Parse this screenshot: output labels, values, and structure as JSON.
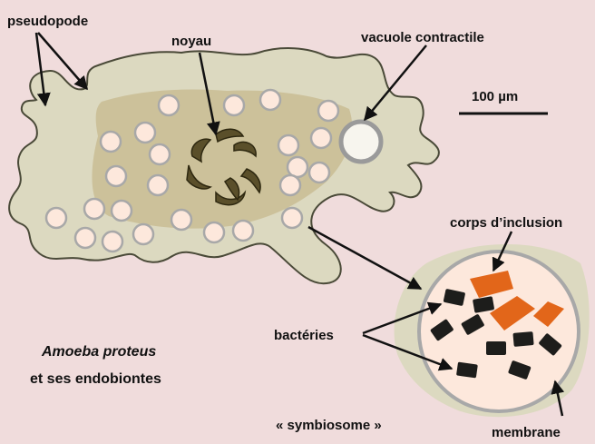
{
  "labels": {
    "pseudopode": "pseudopode",
    "noyau": "noyau",
    "vacuole": "vacuole contractile",
    "scale": "100 µm",
    "corps": "corps d’inclusion",
    "bacteries": "bactéries",
    "species": "Amoeba proteus",
    "endobiontes": "et ses endobiontes",
    "symbiosome": "« symbiosome »",
    "membrane": "membrane"
  },
  "colors": {
    "background": "#f0dcdc",
    "cell_body": "#dcd9c0",
    "cytoplasm_inner": "#c9bc93",
    "nucleus": "#5a4f2a",
    "vesicle_fill": "#fde8dc",
    "vesicle_stroke": "#a8a8a8",
    "inclusion": "#e2661a",
    "bacteria": "#1d1d1b"
  }
}
